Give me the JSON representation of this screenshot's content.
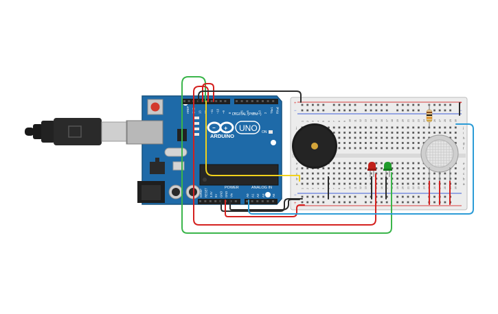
{
  "canvas": {
    "background": "#ffffff"
  },
  "arduino": {
    "logo_text": "ARDUINO",
    "model_label": "UNO",
    "digital_header_label": "DIGITAL (PWM~)",
    "power_header_label": "POWER",
    "analog_header_label": "ANALOG IN",
    "on_led_label": "ON",
    "aref_label": "AREF",
    "gnd_label": "GND",
    "digital_pins": [
      "13",
      "12",
      "~11",
      "~10",
      "~9",
      "8",
      "7",
      "~6",
      "~5",
      "4",
      "~3",
      "2",
      "TX▸1",
      "RX◂0"
    ],
    "power_pins": [
      "IOREF",
      "RESET",
      "3.3V",
      "5V",
      "GND",
      "GND",
      "Vin"
    ],
    "analog_pins": [
      "A0",
      "A1",
      "A2",
      "A3",
      "A4",
      "A5"
    ],
    "board_color": "#1e6aa8",
    "text_color": "#ffffff"
  },
  "breadboard": {
    "plus_label": "+",
    "minus_label": "−",
    "column_numbers": [
      "1",
      "5",
      "10",
      "15",
      "20",
      "25",
      "30"
    ],
    "row_letters_top": [
      "j",
      "i",
      "h",
      "g",
      "f"
    ],
    "row_letters_bottom": [
      "e",
      "d",
      "c",
      "b",
      "a"
    ],
    "body_color": "#ececec",
    "rail_red": "#d83b3b",
    "rail_blue": "#3b5bd8"
  },
  "components": {
    "buzzer_icon": "piezo-buzzer-icon",
    "led_red_color": "#c0201a",
    "led_green_color": "#1f9a2a",
    "gas_sensor_icon": "gas-sensor-icon",
    "resistor_icon": "resistor-icon",
    "usb_cable_icon": "usb-cable-icon"
  },
  "wire_colors": {
    "green": "#3ab54a",
    "red": "#d4201e",
    "black": "#2a2a2a",
    "yellow": "#f2d21b",
    "blue": "#2b9bd6"
  }
}
